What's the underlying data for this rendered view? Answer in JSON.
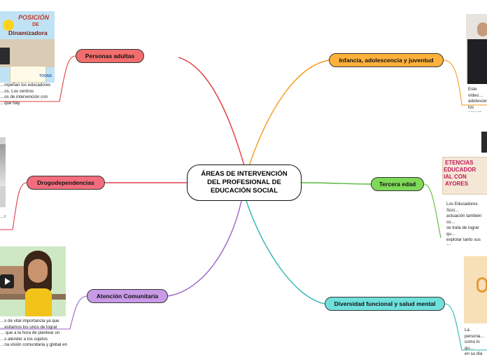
{
  "center": {
    "title": "ÁREAS DE INTERVENCIÓN DEL PROFESIONAL DE EDUCACIÓN SOCIAL"
  },
  "branches": [
    {
      "id": "adultas",
      "label": "Personas adultas",
      "color": "#f26d6d",
      "line": "#e03c3c"
    },
    {
      "id": "infancia",
      "label": "Infancia, adolescencia y juventud",
      "color": "#ffb13b",
      "line": "#f49a1e"
    },
    {
      "id": "drogas",
      "label": "Drogodependencias",
      "color": "#f26d7d",
      "line": "#e03c52"
    },
    {
      "id": "tercera",
      "label": "Tercera edad",
      "color": "#7ed957",
      "line": "#56b83a"
    },
    {
      "id": "comunitaria",
      "label": "Atención Comunitaria",
      "color": "#c99ae8",
      "line": "#9b62c9"
    },
    {
      "id": "diversidad",
      "label": "Diversidad funcional y salud mental",
      "color": "#6fe0dc",
      "line": "#2bb6b0"
    }
  ],
  "notes": {
    "adultas": "…mpeñan los educadores\n…os. Los centros\n…os de intervención con\n…que hay.",
    "infancia": "Este vídeo…\nadolescen…\nlos aspect…\nresponde…",
    "drogas": "…r",
    "tercera": "Los Educadores Soci…\nactuación también co…\nse trata de lograr qu…\nexplotar tanto sus ca…\nde esa forma la soci…\nvida así como segui…\nsociedad mejor.",
    "comunitaria": "…s de vital importancia ya que\n…esitamos los unos de lograr\n… que a la hora de plantear un\n…s atender a los sujetos\n…na visión comunitaria y global en",
    "diversidad": "La persona…\ncomo lo qu…\nen su día a…\ndebemos fa…\ncomplejo q…"
  },
  "images": {
    "adultas_poster": {
      "title_line1": "POSICIÓN",
      "title_line2": "DE",
      "title_line3": "Dinamizadora",
      "brand": "TOONS"
    },
    "tercera_poster": {
      "line1": "ETENCIAS",
      "line2": "EDUCADOR",
      "line3": "IAL CON",
      "line4": "AYORES"
    }
  }
}
